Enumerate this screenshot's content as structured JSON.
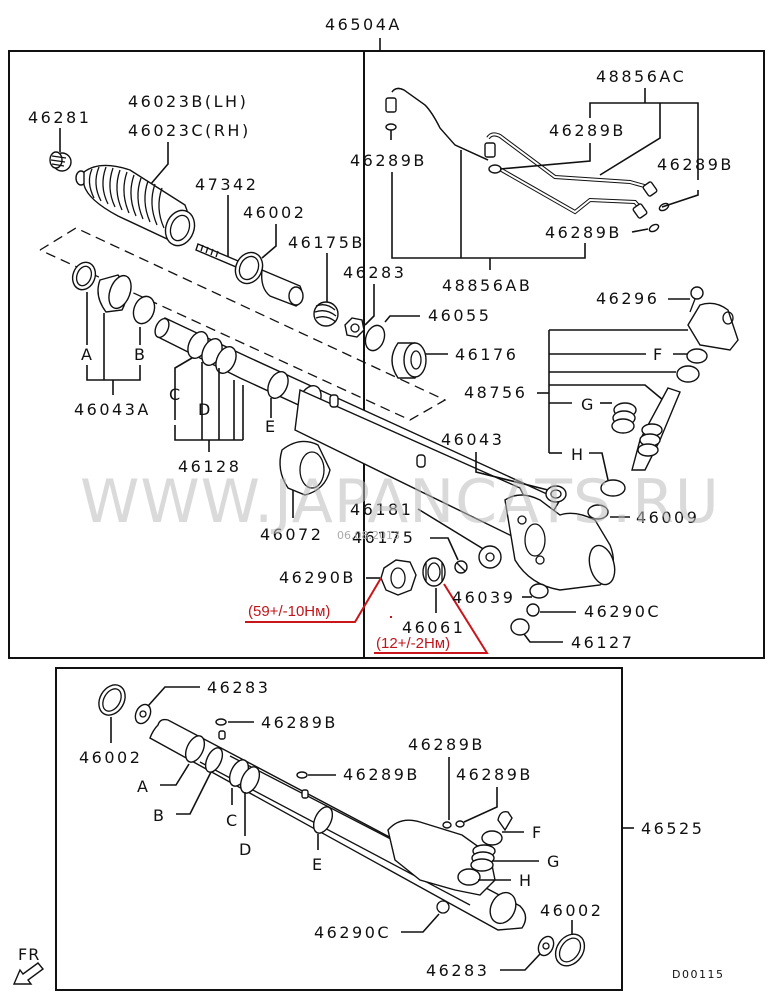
{
  "diagram": {
    "title": "Steering gear and linkage — exploded parts diagram",
    "assembly_top": "46504A",
    "assembly_bottom": "46525",
    "diagram_code": "D00115",
    "orientation_label": "FR",
    "watermark": "WWW.JAPANCATS.RU",
    "watermark_date": "06.08.2013",
    "top_labels": {
      "l46281": "46281",
      "l46023b": "46023B(LH)",
      "l46023c": "46023C(RH)",
      "l47342": "47342",
      "l46002": "46002",
      "l46175b": "46175B",
      "l46283": "46283",
      "l46055": "46055",
      "l46176": "46176",
      "l46043a": "46043A",
      "a": "A",
      "b": "B",
      "c": "C",
      "d": "D",
      "e": "E",
      "l46128": "46128",
      "l48856ac": "48856AC",
      "l46289b_1": "46289B",
      "l46289b_2": "46289B",
      "l46289b_3": "46289B",
      "l46289b_4": "46289B",
      "l48856ab": "48856AB",
      "l46296": "46296",
      "f": "F",
      "l48756": "48756",
      "g": "G",
      "h": "H",
      "l46043": "46043",
      "l46181": "46181",
      "l46009": "46009",
      "l46072": "46072",
      "l46175": "46175",
      "l46290b": "46290B",
      "l46039": "46039",
      "l46290c": "46290C",
      "l46061": "46061",
      "l46127": "46127"
    },
    "torque_notes": {
      "t46290b": "(59+/-10Нм)",
      "t46061": "(12+/-2Нм)"
    },
    "bottom_labels": {
      "l46283_a": "46283",
      "l46289b_a": "46289B",
      "l46002_a": "46002",
      "l46289b_b": "46289B",
      "l46289b_c": "46289B",
      "l46289b_d": "46289B",
      "a": "A",
      "b": "B",
      "c": "C",
      "d": "D",
      "e": "E",
      "f": "F",
      "g": "G",
      "h": "H",
      "l46290c": "46290C",
      "l46002_b": "46002",
      "l46283_b": "46283"
    },
    "colors": {
      "line": "#111111",
      "torque_annotation": "#c0161b",
      "watermark": "#bbbbbb"
    }
  }
}
